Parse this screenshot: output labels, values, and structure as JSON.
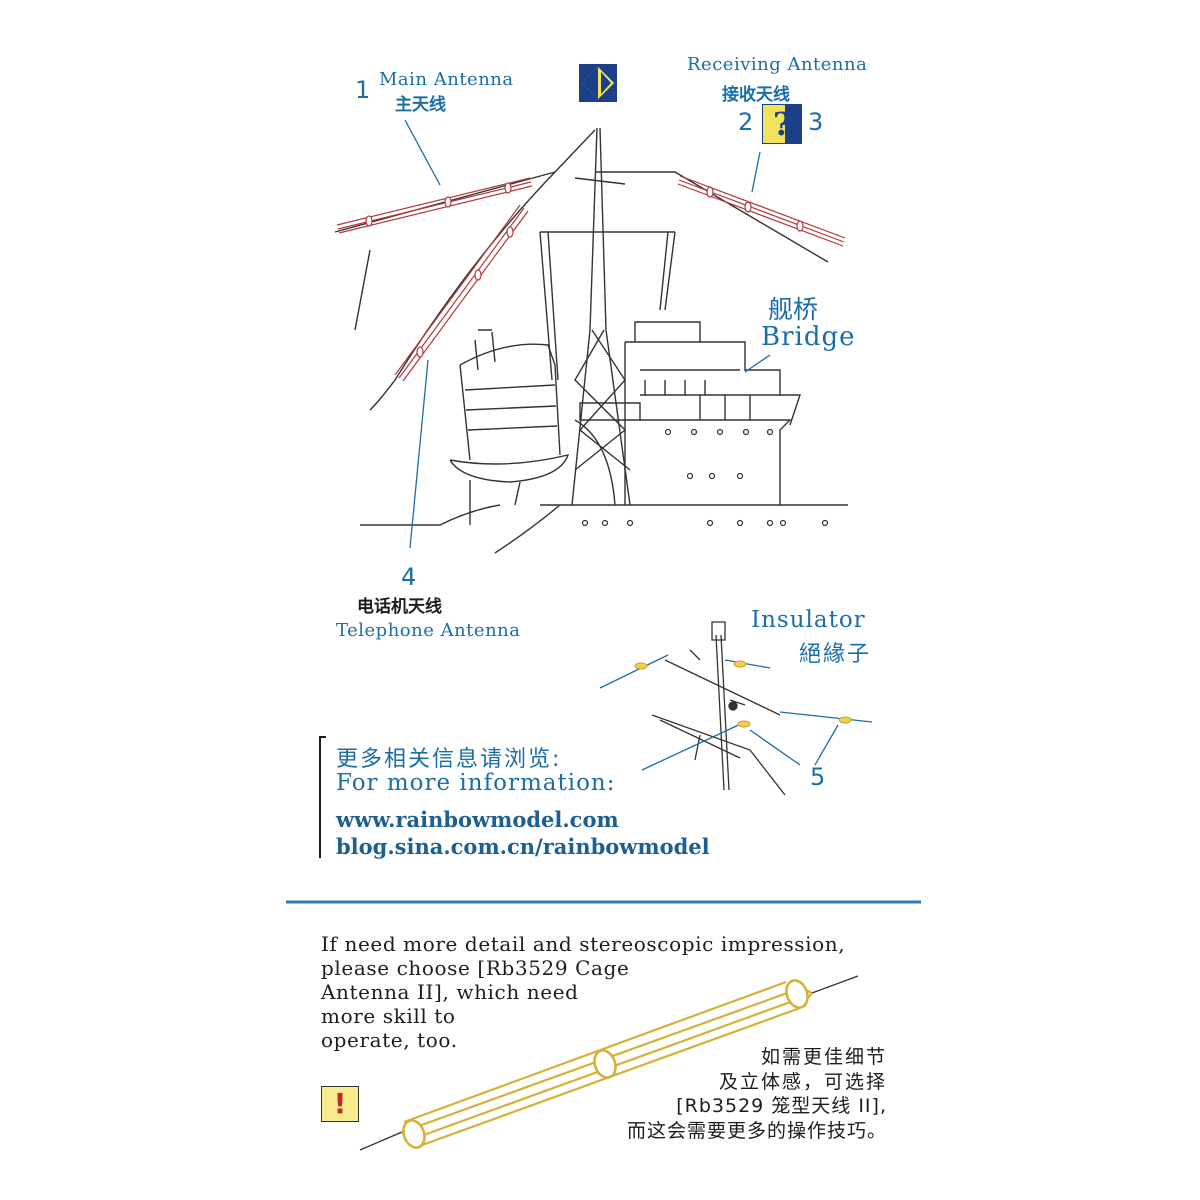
{
  "callouts": {
    "main_antenna": {
      "number": "1",
      "en": "Main Antenna",
      "cn": "主天线"
    },
    "receiving_antenna": {
      "number_a": "2",
      "number_b": "3",
      "en": "Receiving Antenna",
      "cn": "接收天线"
    },
    "bridge": {
      "cn": "舰桥",
      "en": "Bridge"
    },
    "telephone_antenna": {
      "number": "4",
      "cn": "电话机天线",
      "en": "Telephone Antenna"
    },
    "insulator": {
      "en": "Insulator",
      "cn": "絕緣子",
      "number": "5"
    }
  },
  "symbols": {
    "direction_icon": "diamond-arrows-icon",
    "question_icon": "question-mark-icon",
    "question_glyph": "?",
    "warning_icon": "exclamation-icon",
    "warning_glyph": "!"
  },
  "info": {
    "cn": "更多相关信息请浏览:",
    "en": "For more information:",
    "url1": "www.rainbowmodel.com",
    "url2": "blog.sina.com.cn/rainbowmodel"
  },
  "note": {
    "en_lines": [
      "If need more detail and stereoscopic impression,",
      "please choose [Rb3529 Cage",
      "Antenna II], which need",
      "more skill to",
      "operate, too."
    ],
    "cn_lines": [
      "如需更佳细节",
      "及立体感，可选择",
      "[Rb3529 笼型天线 II],",
      "而这会需要更多的操作技巧。"
    ]
  },
  "colors": {
    "accent_blue": "#1a6ea8",
    "line_dark": "#333333",
    "antenna_red": "#b23a3a",
    "cage_gold": "#d4b23a",
    "icon_yellow": "#f2e25b",
    "icon_navy": "#1c3f8a",
    "divider_blue": "#2d7ab8"
  }
}
